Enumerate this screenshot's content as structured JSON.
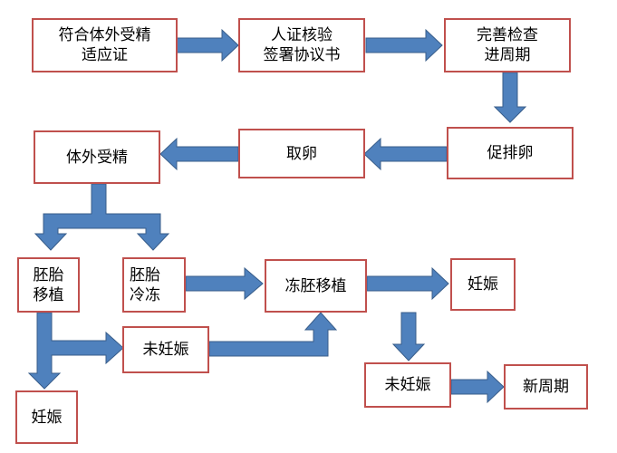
{
  "nodes": {
    "criteria": "符合体外受精\n适应证",
    "consent": "人证核验\n签署协议书",
    "workup": "完善检查\n进周期",
    "stimulation": "促排卵",
    "retrieval": "取卵",
    "ivf": "体外受精",
    "transfer": "胚胎\n移植",
    "freeze": "胚胎\n冷冻",
    "fet": "冻胚移植",
    "pregnant_fet": "妊娠",
    "not_pregnant_fresh": "未妊娠",
    "not_pregnant_fet": "未妊娠",
    "new_cycle": "新周期",
    "pregnant_fresh": "妊娠"
  },
  "colors": {
    "box_border": "#c0504d",
    "arrow_fill": "#4f81bd",
    "arrow_stroke": "#385d8a"
  }
}
